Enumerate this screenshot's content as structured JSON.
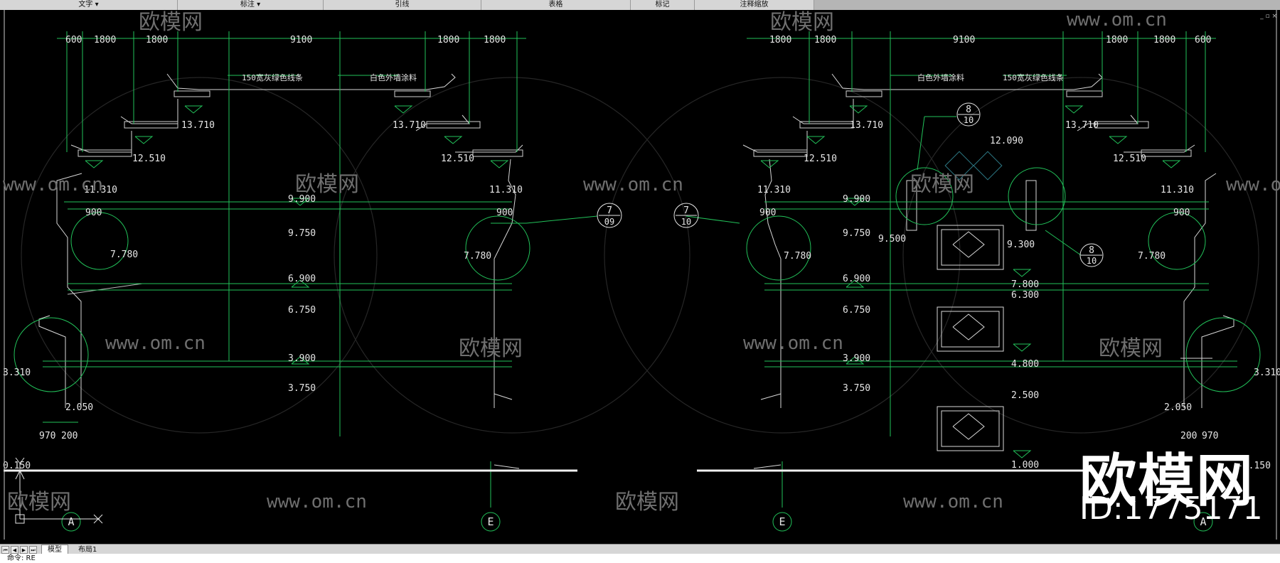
{
  "ribbon": {
    "panels": [
      {
        "label": "文字 ▾"
      },
      {
        "label": "标注 ▾"
      },
      {
        "label": "引线"
      },
      {
        "label": "表格"
      },
      {
        "label": "标记"
      },
      {
        "label": "注释缩放"
      }
    ]
  },
  "viewport_controls": "_ ▫ ×",
  "drawing": {
    "top_dimensions_left": [
      "600",
      "1800",
      "1800",
      "9100",
      "1800",
      "1800"
    ],
    "top_dimensions_right": [
      "1800",
      "1800",
      "9100",
      "1800",
      "1800",
      "600"
    ],
    "material_notes": {
      "green_trim": "150宽灰绿色线条",
      "white_paint": "白色外墙涂料"
    },
    "elevations_left": [
      "13.710",
      "13.710",
      "12.510",
      "12.510",
      "11.310",
      "11.310",
      "9.900",
      "9.750",
      "7.780",
      "7.780",
      "6.900",
      "6.750",
      "3.900",
      "3.750",
      "2.050",
      "3.310",
      "0.150"
    ],
    "elevations_right": [
      "13.710",
      "13.710",
      "12.090",
      "12.510",
      "12.510",
      "11.310",
      "11.310",
      "9.900",
      "9.750",
      "9.500",
      "9.300",
      "7.780",
      "7.780",
      "7.800",
      "6.300",
      "6.900",
      "6.750",
      "4.800",
      "3.900",
      "3.750",
      "2.500",
      "2.050",
      "1.000",
      "3.310",
      "-0.150"
    ],
    "small_dims": [
      "900",
      "900",
      "900",
      "900",
      "970",
      "200",
      "200",
      "970"
    ],
    "detail_callouts": [
      {
        "top": "7",
        "bottom": "09"
      },
      {
        "top": "7",
        "bottom": "10"
      },
      {
        "top": "8",
        "bottom": "10"
      },
      {
        "top": "8",
        "bottom": "10"
      }
    ],
    "grid_axes": [
      "A",
      "E",
      "E",
      "A"
    ],
    "watermark_text": "www.om.cn",
    "watermark_brand": "欧模网"
  },
  "watermark": {
    "logo": "欧模网",
    "id": "ID:1775171"
  },
  "tabs": {
    "model": "模型",
    "layout1": "布局1"
  },
  "command_line": "命令: RE"
}
